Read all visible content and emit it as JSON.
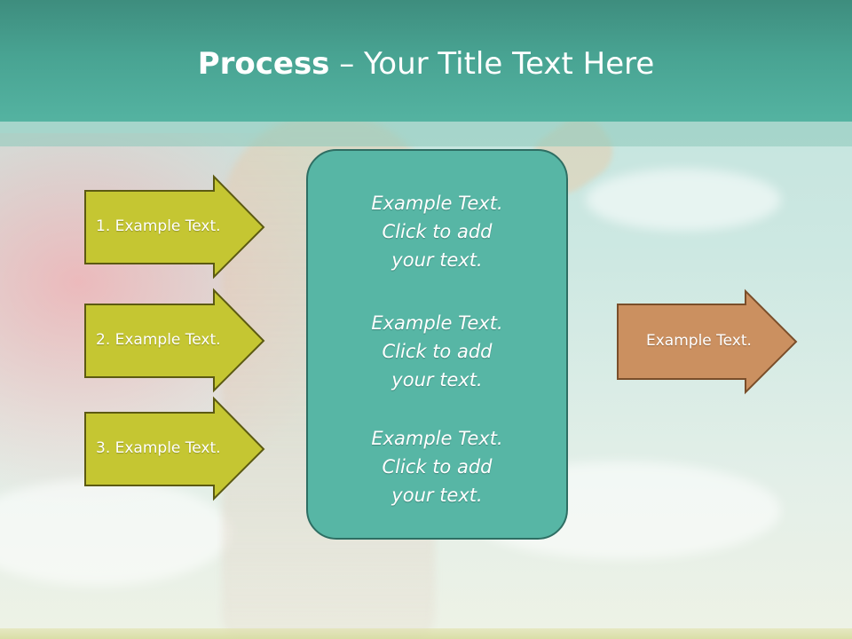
{
  "title": {
    "bold": "Process",
    "rest": " – Your Title Text Here"
  },
  "input_arrows": [
    {
      "label": "1. Example Text."
    },
    {
      "label": "2. Example Text."
    },
    {
      "label": "3. Example Text."
    }
  ],
  "center_box": {
    "paragraphs": [
      {
        "text": "Example Text.\nClick  to add\nyour text."
      },
      {
        "text": "Example Text.\nClick  to add\nyour text."
      },
      {
        "text": "Example Text.\nClick  to add\nyour text."
      }
    ]
  },
  "output_arrow": {
    "label": "Example Text."
  },
  "colors": {
    "header": "#48a392",
    "input_arrow_fill": "#c5c632",
    "input_arrow_stroke": "#5c5a12",
    "center_box_fill": "#57b6a5",
    "output_arrow_fill": "#cb9060",
    "output_arrow_stroke": "#7a4e2a"
  }
}
